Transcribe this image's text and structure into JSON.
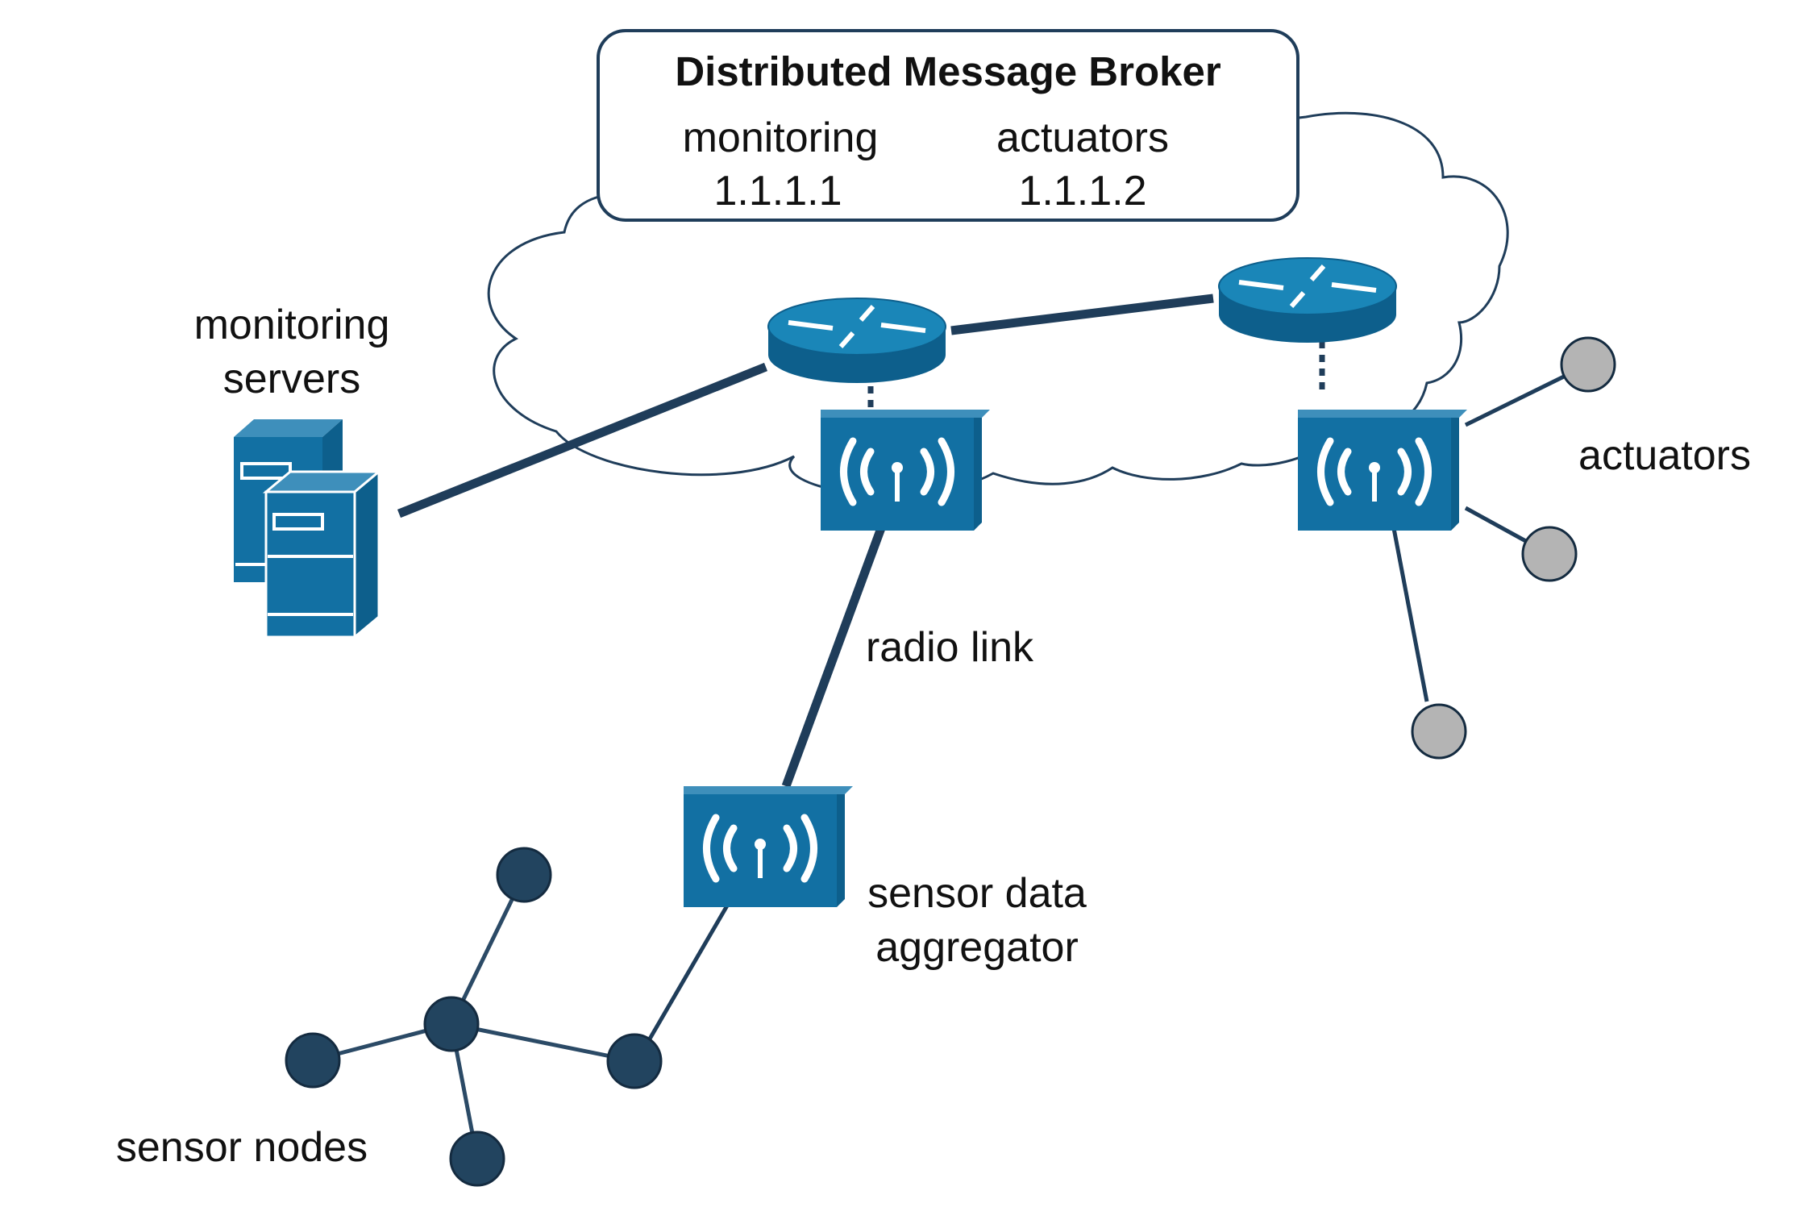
{
  "broker": {
    "title": "Distributed Message Broker",
    "topics": [
      {
        "name": "monitoring",
        "address": "1.1.1.1"
      },
      {
        "name": "actuators",
        "address": "1.1.1.2"
      }
    ]
  },
  "labels": {
    "monitoring_servers": [
      "monitoring",
      "servers"
    ],
    "actuators": "actuators",
    "radio_link": "radio link",
    "sensor_data_aggregator": [
      "sensor data",
      "aggregator"
    ],
    "sensor_nodes": "sensor nodes"
  },
  "colors": {
    "device_blue": "#0f6fa0",
    "router_blue": "#1578a6",
    "link_dark": "#1f3d5a",
    "sensor_node": "#22445f",
    "actuator_node": "#b4b4b4",
    "outline": "#1f3d5a"
  },
  "icons": {
    "router": "router-icon",
    "access_point": "wireless-access-point-icon",
    "server": "server-icon"
  }
}
